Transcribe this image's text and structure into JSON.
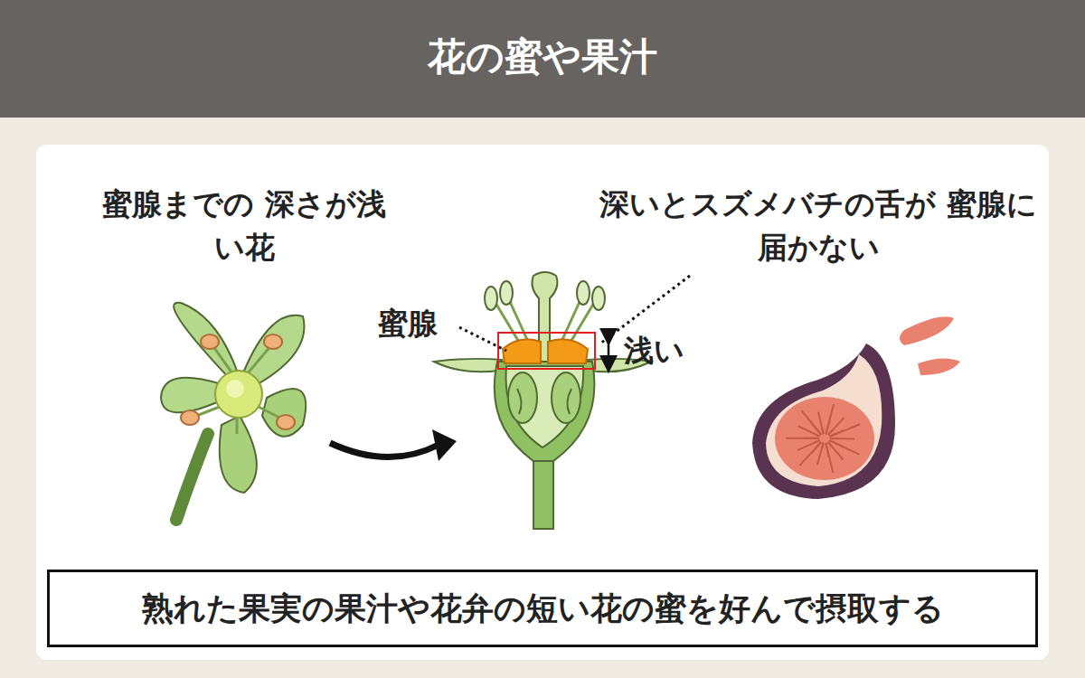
{
  "diagram": {
    "title": "花の蜜や果汁",
    "nodes": [
      {
        "text": [
          "熟れた果実の果汁や花弁の短い花の蜜を好んで摂取する"
        ]
      }
    ],
    "labels": [
      "蜜腺までの 深さが浅い花",
      "深いとスズメバチの舌が 蜜腺に届かない",
      "蜜腺",
      "浅い"
    ]
  }
}
